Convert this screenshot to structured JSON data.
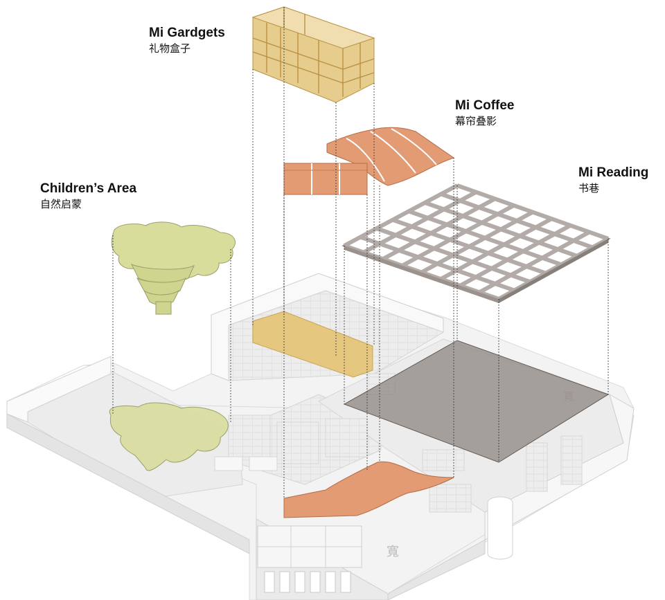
{
  "zones": [
    {
      "id": "gadgets",
      "title": "Mi Gardgets",
      "subtitle": "礼物盒子",
      "color": "#e3c272"
    },
    {
      "id": "coffee",
      "title": "Mi Coffee",
      "subtitle": "幕帘叠影",
      "color": "#e39b74"
    },
    {
      "id": "reading",
      "title": "Mi Reading",
      "subtitle": "书巷",
      "color": "#8e8580"
    },
    {
      "id": "children",
      "title": "Children’s Area",
      "subtitle": "自然启蒙",
      "color": "#d9dd9c"
    }
  ],
  "colors": {
    "building": "#f1f1f1",
    "building_shade": "#e2e2e2",
    "leader": "#333333"
  },
  "signs": {
    "kuan": "寬"
  }
}
